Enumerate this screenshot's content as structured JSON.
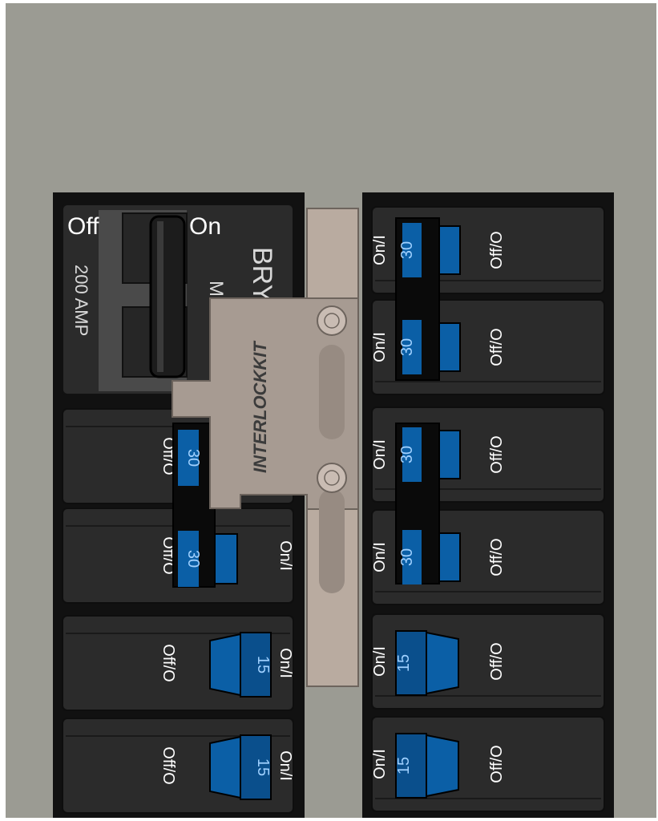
{
  "main_breaker": {
    "off_label": "Off",
    "on_label": "On",
    "rating": "200 AMP",
    "brand_partial": "BRY",
    "sub_partial": "M"
  },
  "interlock": {
    "brand": "INTERLOCKKIT"
  },
  "left_column": [
    {
      "id": "L1",
      "amps": "30",
      "off": "Off/O",
      "on": ""
    },
    {
      "id": "L2",
      "amps": "30",
      "off": "Off/O",
      "on": "On/I"
    },
    {
      "id": "L3",
      "amps": "15",
      "off": "Off/O",
      "on": "On/I"
    },
    {
      "id": "L4",
      "amps": "15",
      "off": "Off/O",
      "on": "On/I"
    }
  ],
  "right_column": [
    {
      "id": "R1",
      "amps": "30",
      "off": "Off/O",
      "on": "On/I"
    },
    {
      "id": "R2",
      "amps": "30",
      "off": "Off/O",
      "on": "On/I"
    },
    {
      "id": "R3",
      "amps": "30",
      "off": "Off/O",
      "on": "On/I"
    },
    {
      "id": "R4",
      "amps": "30",
      "off": "Off/O",
      "on": "On/I"
    },
    {
      "id": "R5",
      "amps": "15",
      "off": "Off/O",
      "on": "On/I"
    },
    {
      "id": "R6",
      "amps": "15",
      "off": "Off/O",
      "on": "On/I"
    }
  ],
  "colors": {
    "background": "#9b9b93",
    "panel": "#141414",
    "breaker_face": "#2a2a2a",
    "handle_blue": "#0b5fa6",
    "plate": "#a79b92"
  }
}
